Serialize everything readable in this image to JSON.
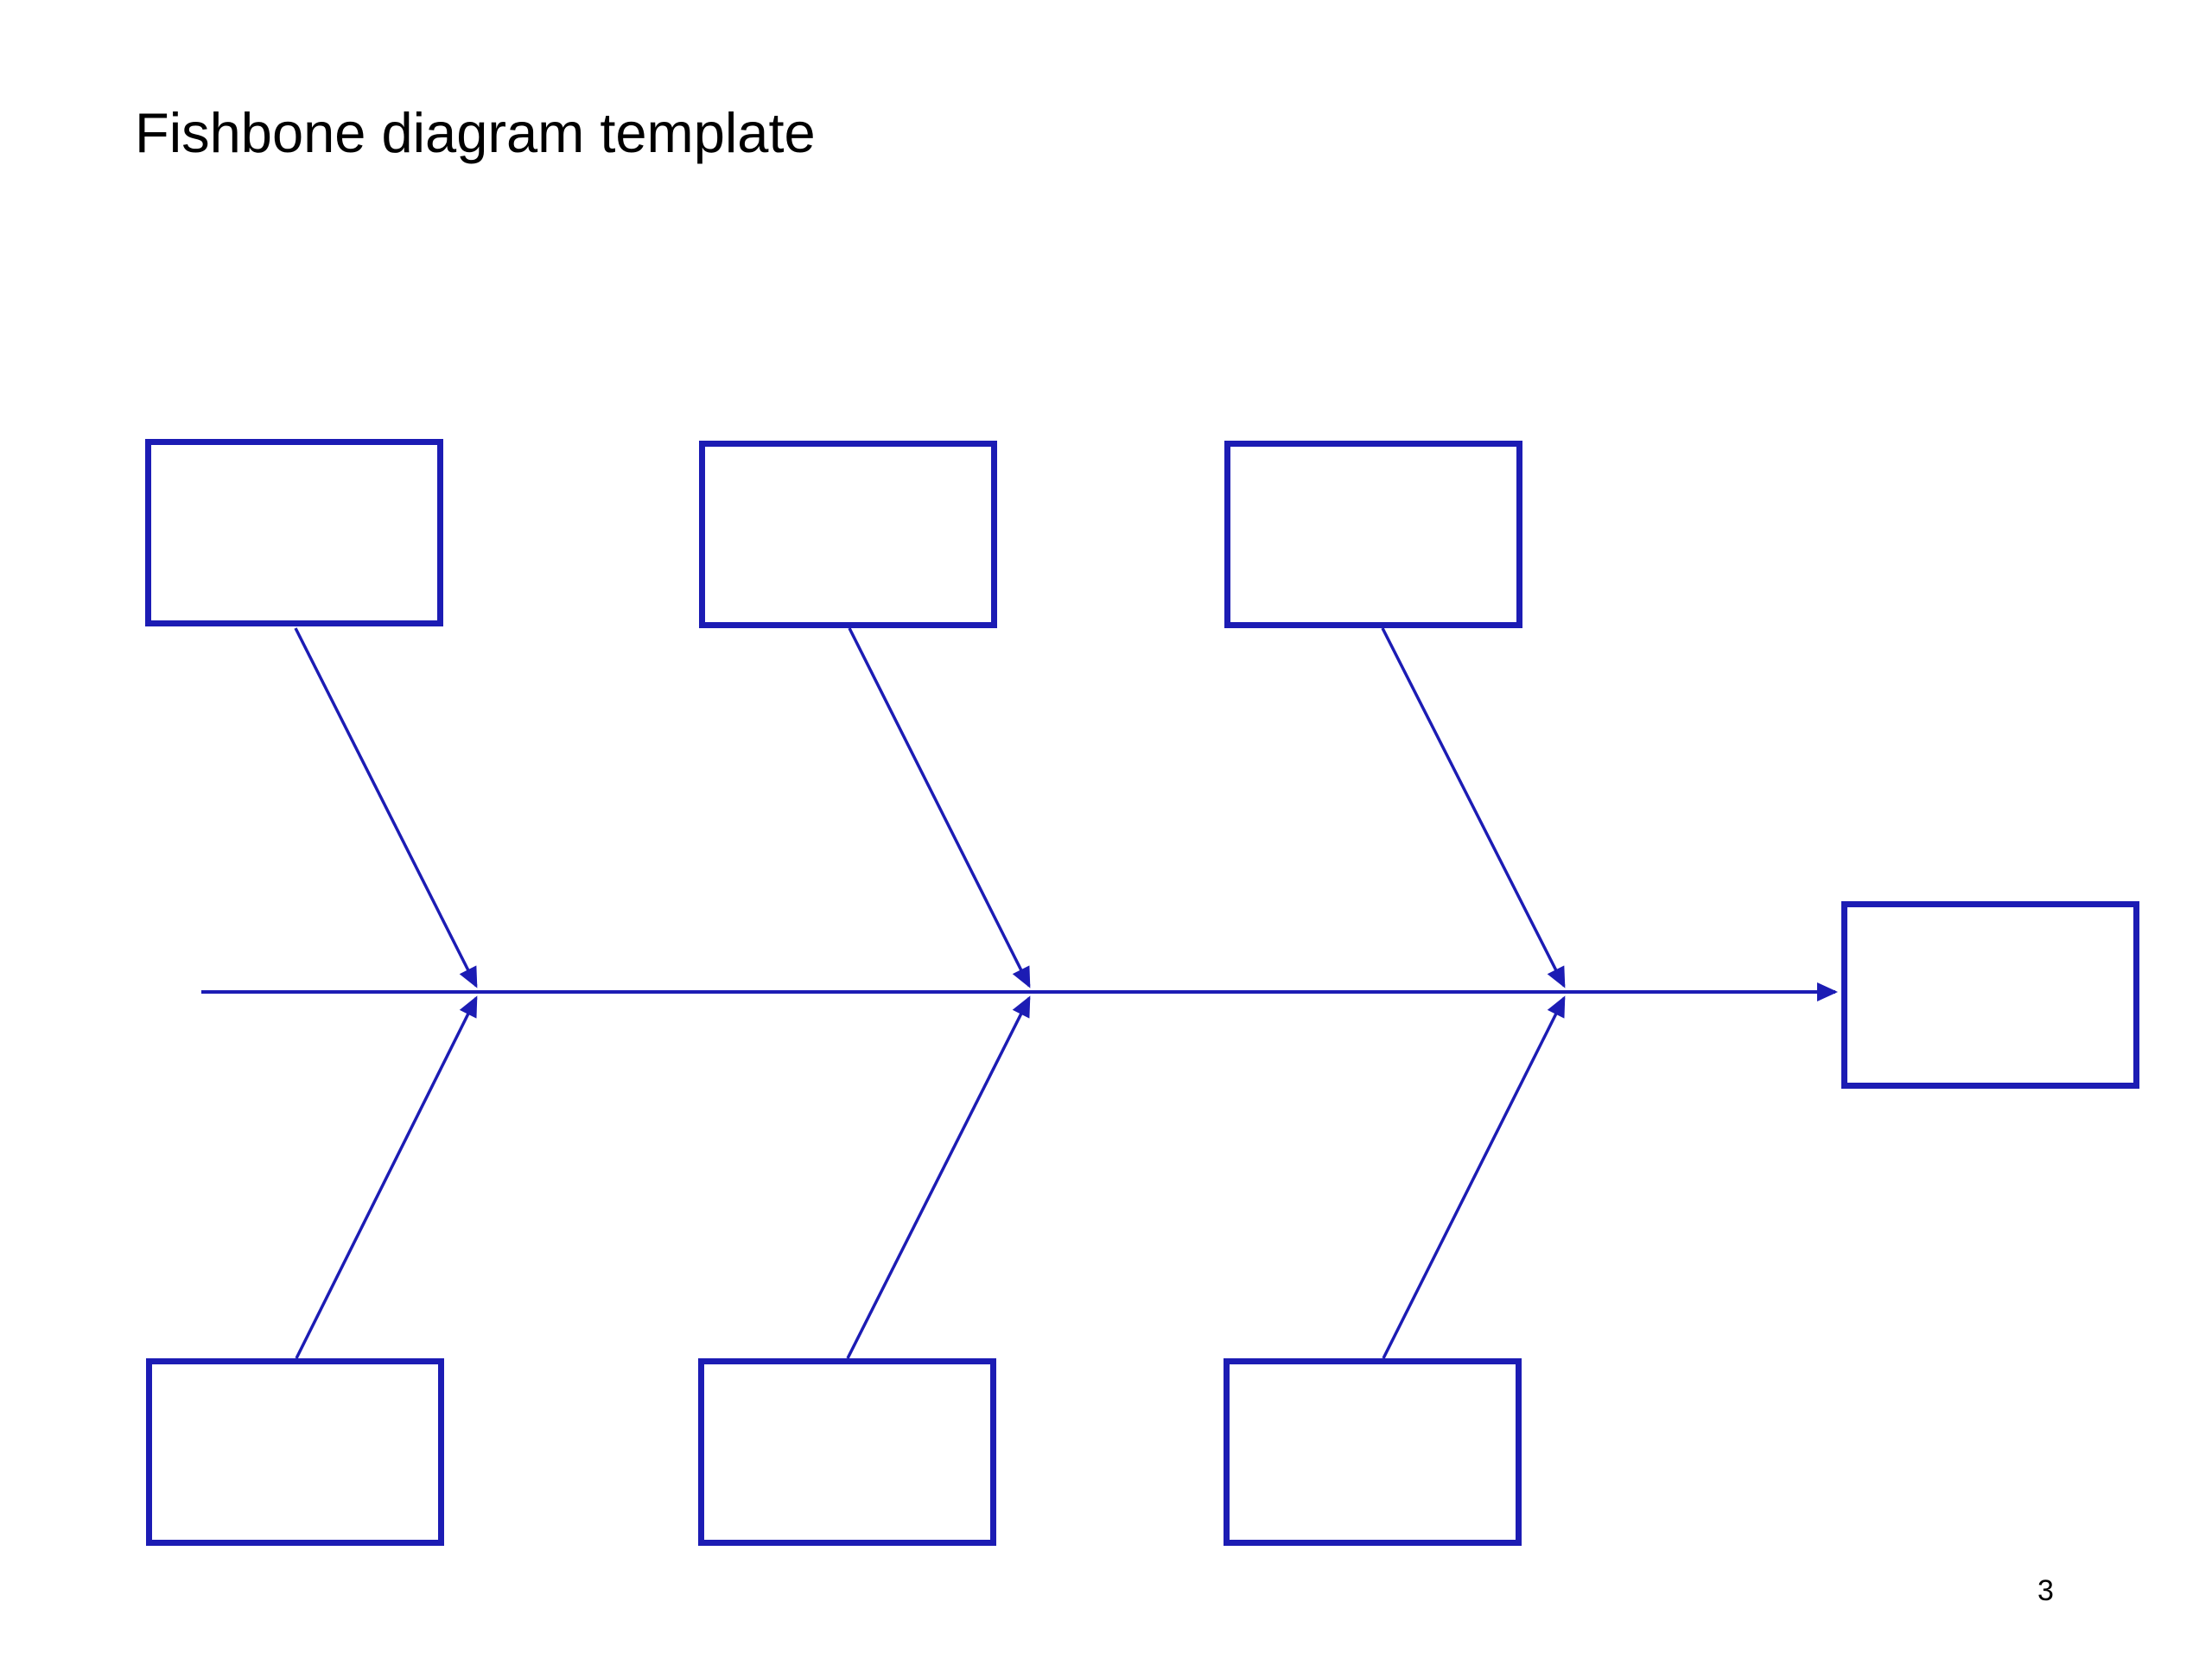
{
  "slide": {
    "title": "Fishbone diagram template",
    "page_number": "3"
  },
  "diagram": {
    "type": "fishbone",
    "line_color": "#1C1CB4",
    "background_color": "#FFFFFF",
    "text_color": "#000000",
    "effect_box": {
      "label": ""
    },
    "top_cause_boxes": [
      {
        "label": ""
      },
      {
        "label": ""
      },
      {
        "label": ""
      }
    ],
    "bottom_cause_boxes": [
      {
        "label": ""
      },
      {
        "label": ""
      },
      {
        "label": ""
      }
    ]
  }
}
